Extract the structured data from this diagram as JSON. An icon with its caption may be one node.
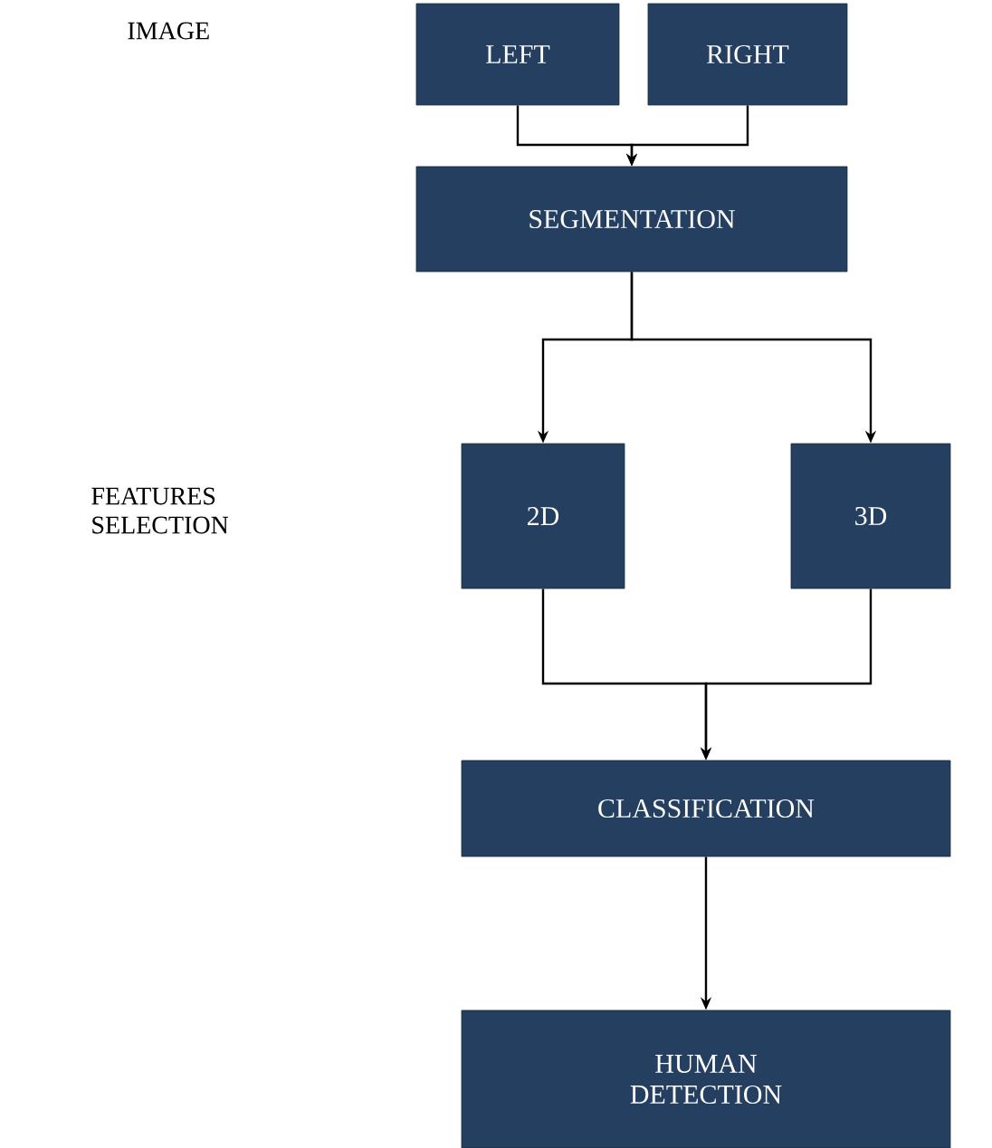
{
  "diagram": {
    "nodes": [
      {
        "text": [
          "LEFT"
        ]
      },
      {
        "text": [
          "RIGHT"
        ]
      },
      {
        "text": [
          "SEGMENTATION"
        ]
      },
      {
        "text": [
          "2D"
        ]
      },
      {
        "text": [
          "3D"
        ]
      },
      {
        "text": [
          "CLASSIFICATION"
        ]
      },
      {
        "text": [
          "HUMAN DETECTION"
        ]
      }
    ],
    "edges": [
      {
        "from": 0,
        "to": 2,
        "arrow": "to"
      },
      {
        "from": 1,
        "to": 2,
        "arrow": "to"
      },
      {
        "from": 2,
        "to": 3,
        "arrow": "to"
      },
      {
        "from": 2,
        "to": 4,
        "arrow": "to"
      },
      {
        "from": 3,
        "to": 5,
        "arrow": "to"
      },
      {
        "from": 4,
        "to": 5,
        "arrow": "to"
      },
      {
        "from": 5,
        "to": 6,
        "arrow": "to"
      }
    ],
    "labels": [
      "IMAGE",
      "FEATURES SELECTION"
    ]
  }
}
